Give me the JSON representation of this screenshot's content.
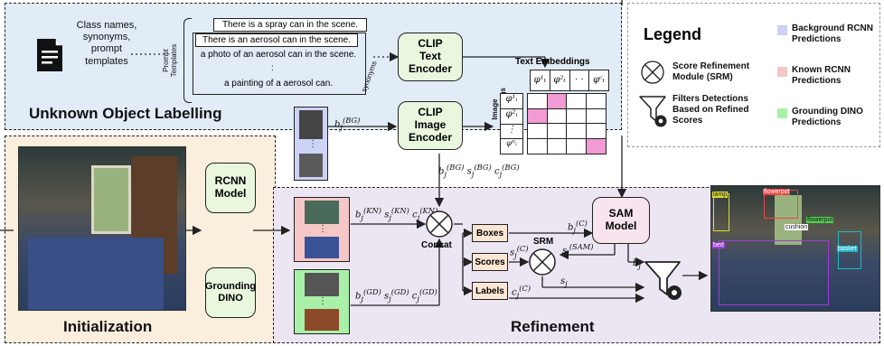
{
  "sections": {
    "unknown_object_labelling": "Unknown Object Labelling",
    "initialization": "Initialization",
    "refinement": "Refinement"
  },
  "inputs": {
    "class_names": "Class names,\nsynonyms,\nprompt templates"
  },
  "prompt_templates": {
    "side_label": "Prompt\nTemplates",
    "t1": "There is a spray can in the scene.",
    "t2": "There is an aerosol can in the scene.",
    "t3": "a photo of an aerosol can in the scene.",
    "t4": "a painting of a aerosol can.",
    "ellipsis": ":",
    "synonyms_label": "synonyms"
  },
  "nodes": {
    "clip_text": "CLIP\nText\nEncoder",
    "clip_image": "CLIP\nImage\nEncoder",
    "rcnn": "RCNN\nModel",
    "grounding_dino": "Grounding\nDINO",
    "sam": "SAM\nModel",
    "concat": "Concat",
    "srm": "SRM"
  },
  "embeddings": {
    "text_label": "Text Embeddings",
    "image_label": "Image\nEmbeddings",
    "text_phi": [
      "φ¹ₜ",
      "φ²ₜ",
      "· ·",
      "φᶜₜ"
    ],
    "image_phi": [
      "φ¹ᵢ",
      "φ²ᵢ",
      "⋮",
      "φᴺᵢ"
    ],
    "highlighted_cells": [
      [
        0,
        1
      ],
      [
        1,
        0
      ],
      [
        3,
        3
      ]
    ]
  },
  "math_labels": {
    "b_bg": "b(BG)j",
    "bg_triplet": "b(BG)j s(BG)j c(BG)j",
    "kn_triplet": "b(KN)j s(KN)j c(KN)j",
    "gd_triplet": "b(GD)j s(GD)j c(GD)j",
    "b_c": "b(C)j",
    "s_c": "s(C)j",
    "s_sam": "s(SAM)j",
    "c_c": "c(C)j",
    "s_j": "sj",
    "b_j": "bj"
  },
  "outputs": {
    "boxes": "Boxes",
    "scores": "Scores",
    "labels": "Labels"
  },
  "legend": {
    "title": "Legend",
    "items": [
      {
        "icon": "srm-circle-icon",
        "text": "Score Refinement\nModule (SRM)"
      },
      {
        "icon": "filter-icon",
        "text": "Filters Detections\nBased on Refined\nScores"
      }
    ],
    "swatches": [
      {
        "color": "#cdd3f5",
        "text": "Background RCNN\nPredictions"
      },
      {
        "color": "#f6c7c7",
        "text": "Known RCNN\nPredictions"
      },
      {
        "color": "#a9f0a9",
        "text": "Grounding DINO\nPredictions"
      }
    ]
  },
  "detections": {
    "labels": [
      "lamp",
      "flowerpot",
      "cushion",
      "flowerpot",
      "bed",
      "basket"
    ]
  },
  "colors": {
    "blue_panel": "#e1ecf7",
    "init_panel": "#faeedd",
    "refine_panel": "#ece6f3",
    "node_green": "#eaf7df",
    "node_pink": "#f7e4ef",
    "bg_crop": "#cdd3f5",
    "kn_crop": "#f6c7c7",
    "gd_crop": "#a9f0a9",
    "highlight": "#f29ad3"
  }
}
